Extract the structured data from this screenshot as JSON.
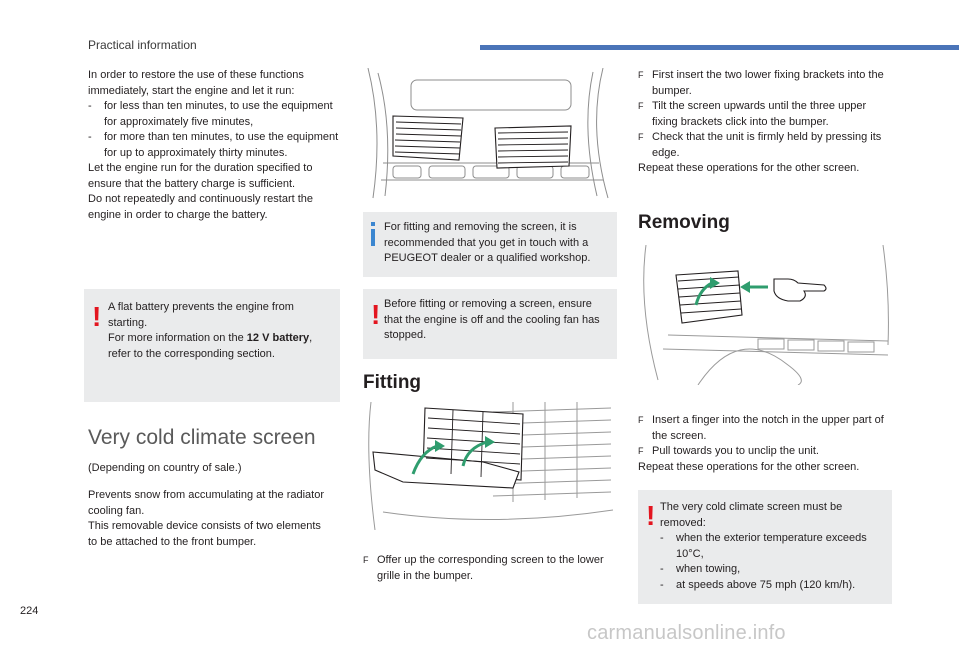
{
  "header": {
    "section": "Practical information"
  },
  "left": {
    "intro": "In order to restore the use of these functions immediately, start the engine and let it run:",
    "dash1": "for less than ten minutes, to use the equipment for approximately five minutes,",
    "dash2": "for more than ten minutes, to use the equipment for up to approximately thirty minutes.",
    "dash_mark": "-",
    "p2": "Let the engine run for the duration specified to ensure that the battery charge is sufficient.",
    "p3": "Do not repeatedly and continuously restart the engine in order to charge the battery.",
    "warning": {
      "line1": "A flat battery prevents the engine from starting.",
      "line2_pre": "For more information on the ",
      "line2_bold": "12 V battery",
      "line2_post": ", refer to the corresponding section."
    },
    "heading": "Very cold climate screen",
    "depending": "(Depending on country of sale.)",
    "desc1": "Prevents snow from accumulating at the radiator cooling fan.",
    "desc2": "This removable device consists of two elements to be attached to the front bumper."
  },
  "middle": {
    "info": "For fitting and removing the screen, it is recommended that you get in touch with a PEUGEOT dealer or a qualified workshop.",
    "warning": "Before fitting or removing a screen, ensure that the engine is off and the cooling fan has stopped.",
    "heading": "Fitting",
    "step": "Offer up the corresponding screen to the lower grille in the bumper."
  },
  "right": {
    "steps1": [
      "First insert the two lower fixing brackets into the bumper.",
      "Tilt the screen upwards until the three upper fixing brackets click into the bumper.",
      "Check that the unit is firmly held by pressing its edge."
    ],
    "repeat1": "Repeat these operations for the other screen.",
    "heading": "Removing",
    "steps2": [
      "Insert a finger into the notch in the upper part of the screen.",
      "Pull towards you to unclip the unit."
    ],
    "repeat2": "Repeat these operations for the other screen.",
    "warning": {
      "intro": "The very cold climate screen must be removed:",
      "items": [
        "when the exterior temperature exceeds 10°C,",
        "when towing,",
        "at speeds above 75 mph (120 km/h)."
      ]
    }
  },
  "bullet": "F",
  "warning_mark": "!",
  "page_number": "224",
  "watermark": "carmanualsonline.info",
  "colors": {
    "accent_bar": "#4a74b8",
    "warning": "#e3151f",
    "info": "#3b86d0",
    "box_bg": "#eaebec",
    "arrow": "#2f9d6e"
  }
}
